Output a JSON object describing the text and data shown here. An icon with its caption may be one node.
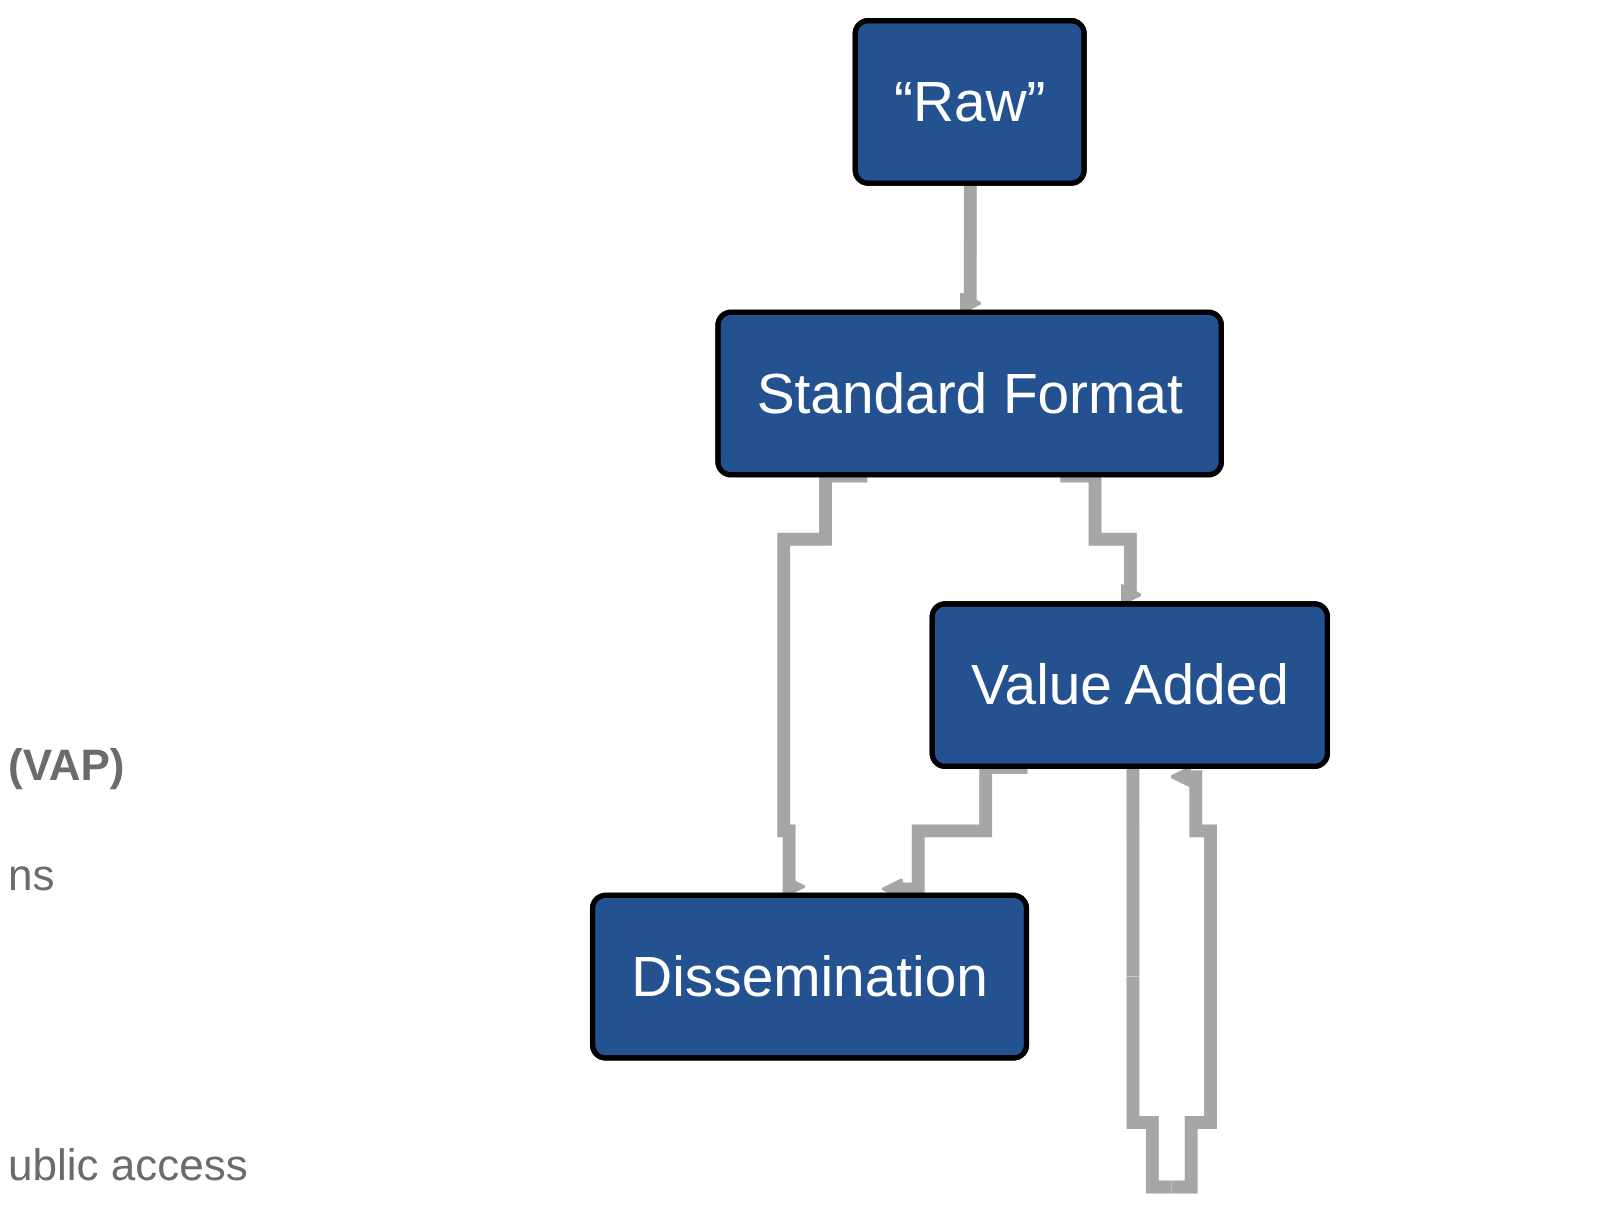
{
  "diagram": {
    "nodes": [
      {
        "text": [
          "“Raw”"
        ]
      },
      {
        "text": [
          "Standard Format"
        ]
      },
      {
        "text": [
          "Value Added"
        ]
      },
      {
        "text": [
          "Dissemination"
        ]
      }
    ],
    "edges": [
      {
        "from": 0,
        "to": 1,
        "arrow": "to"
      },
      {
        "from": 1,
        "to": 2,
        "arrow": "to"
      },
      {
        "from": 2,
        "to": 2,
        "arrow": "to"
      },
      {
        "from": 1,
        "to": 3,
        "arrow": "to"
      },
      {
        "from": 2,
        "to": 3,
        "arrow": "to"
      }
    ],
    "labels": [
      "(VAP)",
      "ns",
      "ublic access"
    ]
  }
}
